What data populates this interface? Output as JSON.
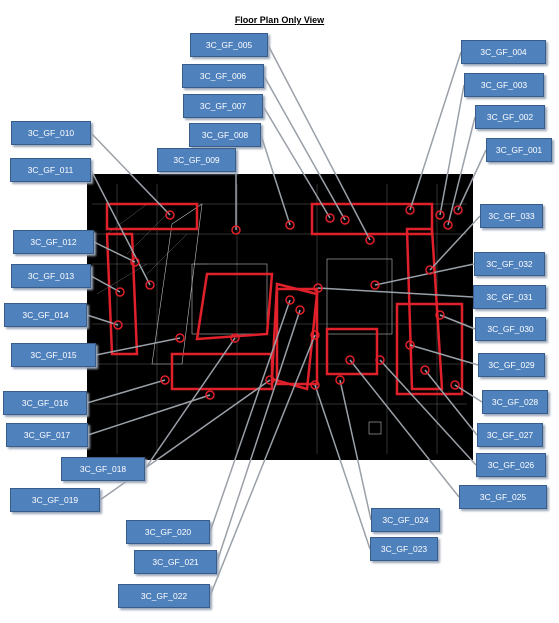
{
  "title": "Floor Plan Only View",
  "colors": {
    "callout_fill": "#4f81bd",
    "callout_border": "#385d8a",
    "marker": "#e0202a",
    "plan_background": "#000000",
    "leader": "#9aa0a8"
  },
  "callouts": [
    {
      "id": "3C_GF_001"
    },
    {
      "id": "3C_GF_002"
    },
    {
      "id": "3C_GF_003"
    },
    {
      "id": "3C_GF_004"
    },
    {
      "id": "3C_GF_005"
    },
    {
      "id": "3C_GF_006"
    },
    {
      "id": "3C_GF_007"
    },
    {
      "id": "3C_GF_008"
    },
    {
      "id": "3C_GF_009"
    },
    {
      "id": "3C_GF_010"
    },
    {
      "id": "3C_GF_011"
    },
    {
      "id": "3C_GF_012"
    },
    {
      "id": "3C_GF_013"
    },
    {
      "id": "3C_GF_014"
    },
    {
      "id": "3C_GF_015"
    },
    {
      "id": "3C_GF_016"
    },
    {
      "id": "3C_GF_017"
    },
    {
      "id": "3C_GF_018"
    },
    {
      "id": "3C_GF_019"
    },
    {
      "id": "3C_GF_020"
    },
    {
      "id": "3C_GF_021"
    },
    {
      "id": "3C_GF_022"
    },
    {
      "id": "3C_GF_023"
    },
    {
      "id": "3C_GF_024"
    },
    {
      "id": "3C_GF_025"
    },
    {
      "id": "3C_GF_026"
    },
    {
      "id": "3C_GF_027"
    },
    {
      "id": "3C_GF_028"
    },
    {
      "id": "3C_GF_029"
    },
    {
      "id": "3C_GF_030"
    },
    {
      "id": "3C_GF_031"
    },
    {
      "id": "3C_GF_032"
    },
    {
      "id": "3C_GF_033"
    }
  ]
}
